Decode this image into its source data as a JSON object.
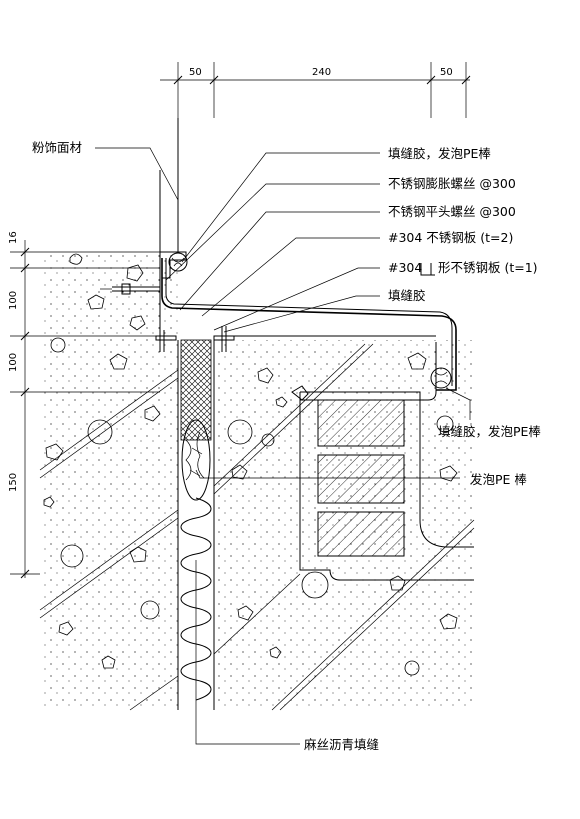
{
  "dimensions": {
    "top": [
      "50",
      "240",
      "50"
    ],
    "left": [
      "16",
      "100",
      "100",
      "150"
    ]
  },
  "labels": {
    "finish": "粉饰面材",
    "sealant_pe_top": "填缝胶，发泡PE棒",
    "expansion_screw": "不锈钢膨胀螺丝 @300",
    "flat_screw": "不锈钢平头螺丝 @300",
    "steel_plate": "#304  不锈钢板 (t=2)",
    "u_plate_prefix": "#304",
    "u_plate_suffix": "形不锈钢板 (t=1)",
    "sealant_mid": "填缝胶",
    "sealant_pe_right": "填缝胶，发泡PE棒",
    "pe_rod": "发泡PE 棒",
    "hemp_asphalt": "麻丝沥青填缝"
  },
  "icons": [
    "u-shape-glyph",
    "pe-rod-symbol",
    "screw-symbol"
  ]
}
